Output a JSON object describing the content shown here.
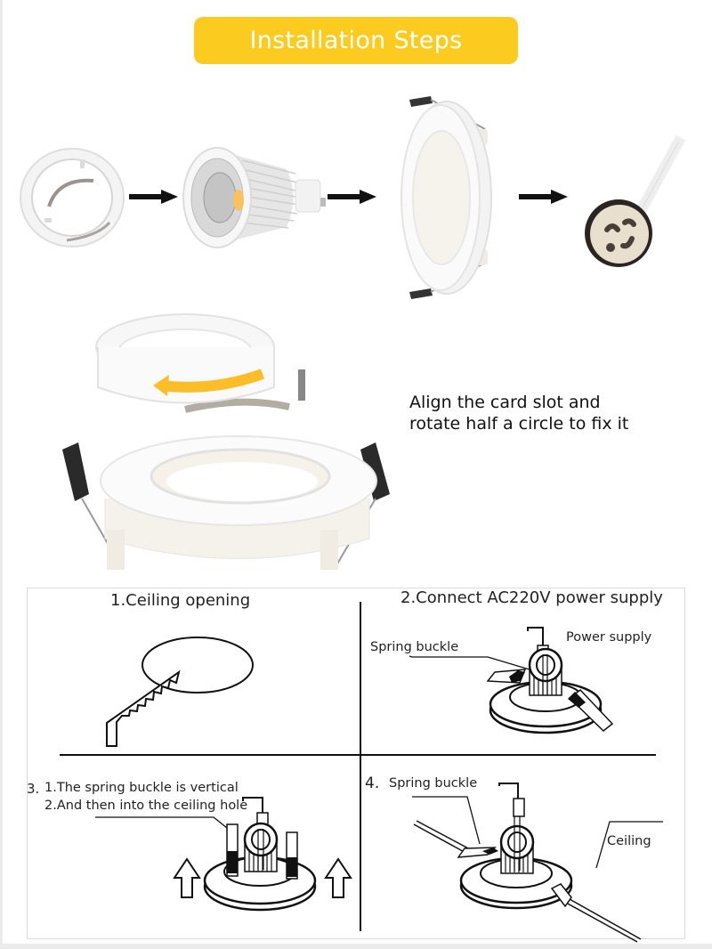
{
  "banner": {
    "title": "Installation Steps",
    "color": "#fccb1f"
  },
  "product_sequence": [
    {
      "name": "snap-ring",
      "description": "White adapter ring with metal spring clip"
    },
    {
      "name": "gu10-cob-led-bulb",
      "description": "GU10 COB LED spotlight bulb"
    },
    {
      "name": "recessed-frame",
      "description": "White round recessed downlight frame with spring clips"
    },
    {
      "name": "gu10-socket",
      "description": "Ceramic GU10 lamp socket with cable"
    }
  ],
  "assembly": {
    "instruction_line1": "Align the card slot and",
    "instruction_line2": "rotate half a circle to fix it",
    "rotation_arrow_color": "#fbbe28"
  },
  "diagram": {
    "step1": {
      "title": "1.Ceiling opening"
    },
    "step2": {
      "title": "2.Connect AC220V power supply",
      "label_spring": "Spring buckle",
      "label_power": "Power supply"
    },
    "step3": {
      "number": "3.",
      "line1": "1.The spring buckle is vertical",
      "line2": "2.And then into the ceiling hole"
    },
    "step4": {
      "number": "4.",
      "label_spring": "Spring buckle",
      "label_ceiling": "Ceiling"
    }
  }
}
